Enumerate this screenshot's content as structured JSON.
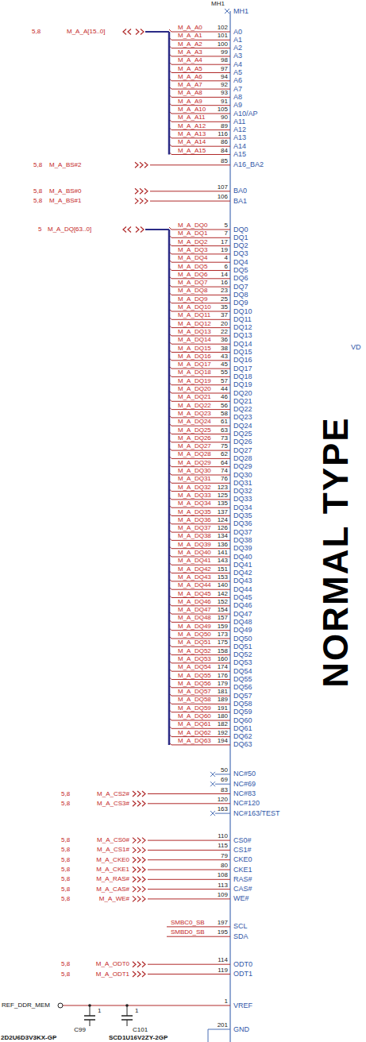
{
  "diagram": {
    "labels": [
      "MH1",
      "MH1",
      "5,8",
      "M_A_A[15..0]",
      "M_A_A0",
      "102",
      "A0",
      "M_A_A1",
      "101",
      "A1",
      "M_A_A2",
      "100",
      "A2",
      "M_A_A3",
      "99",
      "A3",
      "M_A_A4",
      "98",
      "A4",
      "M_A_A5",
      "97",
      "A5",
      "M_A_A6",
      "94",
      "A6",
      "M_A_A7",
      "92",
      "A7",
      "M_A_A8",
      "93",
      "A8",
      "M_A_A9",
      "91",
      "A9",
      "M_A_A10",
      "105",
      "A10/AP",
      "M_A_A11",
      "90",
      "A11",
      "M_A_A12",
      "89",
      "A12",
      "M_A_A13",
      "116",
      "A13",
      "M_A_A14",
      "86",
      "A14",
      "M_A_A15",
      "84",
      "A15",
      "5,8",
      "M_A_BS#2",
      "85",
      "A16_BA2",
      "5,8",
      "M_A_BS#0",
      "107",
      "BA0",
      "5,8",
      "M_A_BS#1",
      "106",
      "BA1",
      "5",
      "M_A_DQ[63..0]",
      "M_A_DQ0",
      "5",
      "DQ0",
      "M_A_DQ1",
      "7",
      "DQ1",
      "M_A_DQ2",
      "17",
      "DQ2",
      "M_A_DQ3",
      "19",
      "DQ3",
      "M_A_DQ4",
      "4",
      "DQ4",
      "M_A_DQ5",
      "6",
      "DQ5",
      "M_A_DQ6",
      "14",
      "DQ6",
      "M_A_DQ7",
      "16",
      "DQ7",
      "M_A_DQ8",
      "23",
      "DQ8",
      "M_A_DQ9",
      "25",
      "DQ9",
      "M_A_DQ10",
      "35",
      "DQ10",
      "M_A_DQ11",
      "37",
      "DQ11",
      "M_A_DQ12",
      "20",
      "DQ12",
      "M_A_DQ13",
      "22",
      "DQ13",
      "M_A_DQ14",
      "36",
      "DQ14",
      "M_A_DQ15",
      "38",
      "DQ15",
      "M_A_DQ16",
      "43",
      "DQ16",
      "M_A_DQ17",
      "45",
      "DQ17",
      "M_A_DQ18",
      "55",
      "DQ18",
      "M_A_DQ19",
      "57",
      "DQ19",
      "M_A_DQ20",
      "44",
      "DQ20",
      "M_A_DQ21",
      "46",
      "DQ21",
      "M_A_DQ22",
      "56",
      "DQ22",
      "M_A_DQ23",
      "58",
      "DQ23",
      "M_A_DQ24",
      "61",
      "DQ24",
      "M_A_DQ25",
      "63",
      "DQ25",
      "M_A_DQ26",
      "73",
      "DQ26",
      "M_A_DQ27",
      "75",
      "DQ27",
      "M_A_DQ28",
      "62",
      "DQ28",
      "M_A_DQ29",
      "64",
      "DQ29",
      "M_A_DQ30",
      "74",
      "DQ30",
      "M_A_DQ31",
      "76",
      "DQ31",
      "M_A_DQ32",
      "123",
      "DQ32",
      "M_A_DQ33",
      "125",
      "DQ33",
      "M_A_DQ34",
      "135",
      "DQ34",
      "M_A_DQ35",
      "137",
      "DQ35",
      "M_A_DQ36",
      "124",
      "DQ36",
      "M_A_DQ37",
      "126",
      "DQ37",
      "M_A_DQ38",
      "134",
      "DQ38",
      "M_A_DQ39",
      "136",
      "DQ39",
      "M_A_DQ40",
      "141",
      "DQ40",
      "M_A_DQ41",
      "143",
      "DQ41",
      "M_A_DQ42",
      "151",
      "DQ42",
      "M_A_DQ43",
      "153",
      "DQ43",
      "M_A_DQ44",
      "140",
      "DQ44",
      "M_A_DQ45",
      "142",
      "DQ45",
      "M_A_DQ46",
      "152",
      "DQ46",
      "M_A_DQ47",
      "154",
      "DQ47",
      "M_A_DQ48",
      "157",
      "DQ48",
      "M_A_DQ49",
      "159",
      "DQ49",
      "M_A_DQ50",
      "173",
      "DQ50",
      "M_A_DQ51",
      "175",
      "DQ51",
      "M_A_DQ52",
      "158",
      "DQ52",
      "M_A_DQ53",
      "160",
      "DQ53",
      "M_A_DQ54",
      "174",
      "DQ54",
      "M_A_DQ55",
      "176",
      "DQ55",
      "M_A_DQ56",
      "179",
      "DQ56",
      "M_A_DQ57",
      "181",
      "DQ57",
      "M_A_DQ58",
      "189",
      "DQ58",
      "M_A_DQ59",
      "191",
      "DQ59",
      "M_A_DQ60",
      "180",
      "DQ60",
      "M_A_DQ61",
      "182",
      "DQ61",
      "M_A_DQ62",
      "192",
      "DQ62",
      "M_A_DQ63",
      "194",
      "DQ63",
      "50",
      "NC#50",
      "69",
      "NC#69",
      "5,8",
      "M_A_CS2#",
      "83",
      "NC#83",
      "5,8",
      "M_A_CS3#",
      "120",
      "NC#120",
      "163",
      "NC#163/TEST",
      "5,8",
      "M_A_CS0#",
      "110",
      "CS0#",
      "5,8",
      "M_A_CS1#",
      "115",
      "CS1#",
      "5,8",
      "M_A_CKE0",
      "79",
      "CKE0",
      "5,8",
      "M_A_CKE1",
      "80",
      "CKE1",
      "5,8",
      "M_A_RAS#",
      "108",
      "RAS#",
      "5,8",
      "M_A_CAS#",
      "113",
      "CAS#",
      "5,8",
      "M_A_WE#",
      "109",
      "WE#",
      "SMBC0_SB",
      "197",
      "SCL",
      "SMBD0_SB",
      "195",
      "SDA",
      "5,8",
      "M_A_ODT0",
      "114",
      "ODT0",
      "5,8",
      "M_A_ODT1",
      "119",
      "ODT1",
      "REF_DDR_MEM",
      "1",
      "VREF",
      "201",
      "GND",
      "VD",
      "NORMAL TYPE",
      "C99",
      "C101",
      "2D2U6D3V3KX-GP",
      "SCD1U16V2ZY-2GP",
      "1",
      "1"
    ]
  }
}
